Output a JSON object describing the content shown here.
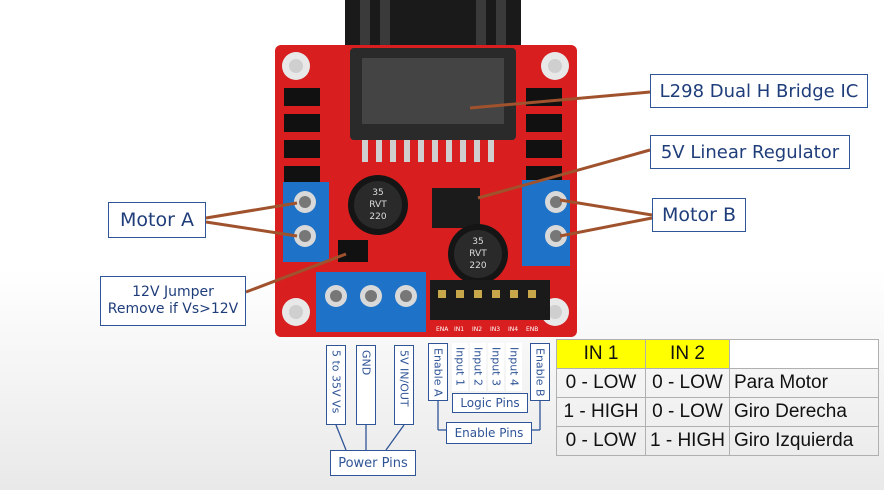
{
  "callouts": {
    "ic": "L298 Dual H Bridge IC",
    "regulator": "5V Linear Regulator",
    "motor_a": "Motor A",
    "motor_b": "Motor B",
    "jumper_line1": "12V Jumper",
    "jumper_line2": "Remove if Vs>12V"
  },
  "capacitors": [
    {
      "line1": "35",
      "line2": "RVT",
      "line3": "220"
    },
    {
      "line1": "35",
      "line2": "RVT",
      "line3": "220"
    }
  ],
  "board_pin_labels": [
    "ENA",
    "IN1",
    "IN2",
    "IN3",
    "IN4",
    "ENB"
  ],
  "pin_labels": {
    "vs": "5 to 35V Vs",
    "gnd": "GND",
    "five_v": "5V IN/OUT",
    "power_pins": "Power Pins",
    "enable_a": "Enable A",
    "input1": "Input 1",
    "input2": "Input 2",
    "input3": "Input 3",
    "input4": "Input 4",
    "enable_b": "Enable B",
    "logic_pins": "Logic Pins",
    "enable_pins": "Enable Pins"
  },
  "truth_table": {
    "headers": [
      "IN 1",
      "IN 2",
      ""
    ],
    "rows": [
      [
        "0 - LOW",
        "0 - LOW",
        "Para Motor"
      ],
      [
        "1 - HIGH",
        "0 - LOW",
        "Giro Derecha"
      ],
      [
        "0 - LOW",
        "1 - HIGH",
        "Giro Izquierda"
      ]
    ]
  },
  "colors": {
    "board": "#d81e1e",
    "terminal": "#1e73c8",
    "label_border": "#2f5597",
    "header_highlight": "#ffff00"
  }
}
